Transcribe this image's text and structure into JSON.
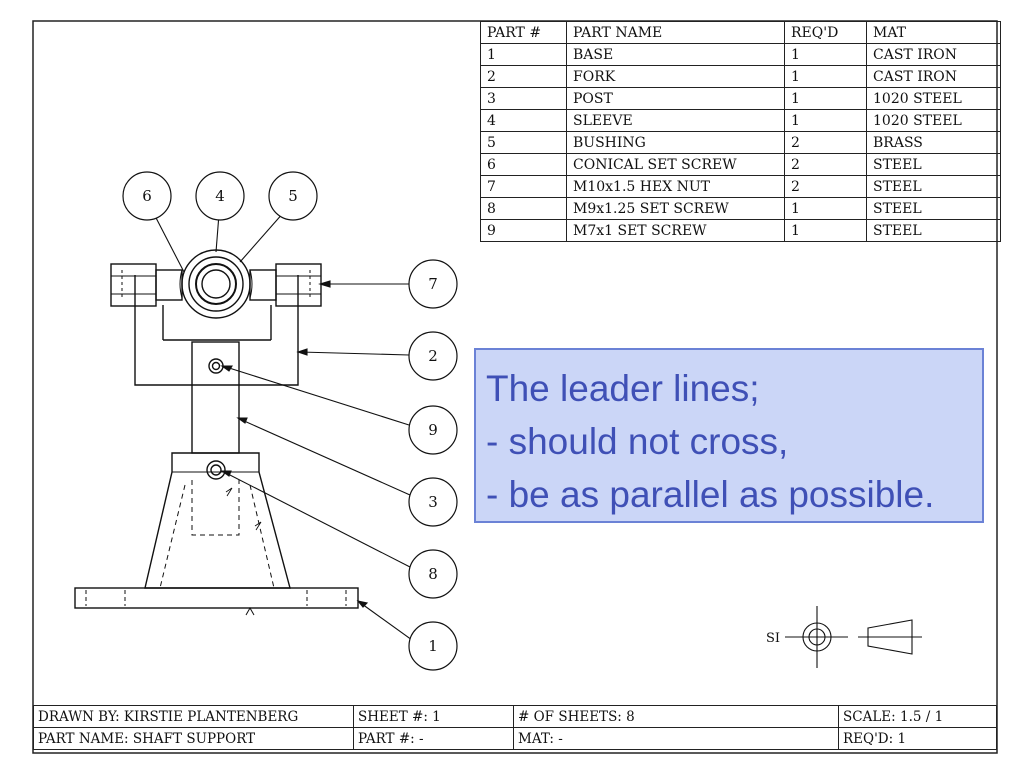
{
  "parts_list": {
    "headers": [
      "PART #",
      "PART NAME",
      "REQ'D",
      "MAT"
    ],
    "rows": [
      [
        "1",
        "BASE",
        "1",
        "CAST IRON"
      ],
      [
        "2",
        "FORK",
        "1",
        "CAST IRON"
      ],
      [
        "3",
        "POST",
        "1",
        "1020 STEEL"
      ],
      [
        "4",
        "SLEEVE",
        "1",
        "1020 STEEL"
      ],
      [
        "5",
        "BUSHING",
        "2",
        "BRASS"
      ],
      [
        "6",
        "CONICAL SET SCREW",
        "2",
        "STEEL"
      ],
      [
        "7",
        "M10x1.5 HEX NUT",
        "2",
        "STEEL"
      ],
      [
        "8",
        "M9x1.25 SET SCREW",
        "1",
        "STEEL"
      ],
      [
        "9",
        "M7x1 SET SCREW",
        "1",
        "STEEL"
      ]
    ]
  },
  "balloons": [
    "6",
    "4",
    "5",
    "7",
    "2",
    "9",
    "3",
    "8",
    "1"
  ],
  "note": {
    "lines": [
      "The leader lines;",
      "- should not cross,",
      "- be as parallel as possible."
    ],
    "background": "#cbd6f7",
    "border": "#6b82d6",
    "text_color": "#3f50b6"
  },
  "projection_symbol": {
    "label": "SI"
  },
  "title_block": {
    "drawn_by": "DRAWN BY: KIRSTIE PLANTENBERG",
    "sheet": "SHEET #: 1",
    "num_sheets": "# OF SHEETS: 8",
    "scale": "SCALE: 1.5 / 1",
    "part_name": "PART NAME: SHAFT SUPPORT",
    "part_num": "PART #: -",
    "mat": "MAT: -",
    "reqd": "REQ'D: 1"
  }
}
